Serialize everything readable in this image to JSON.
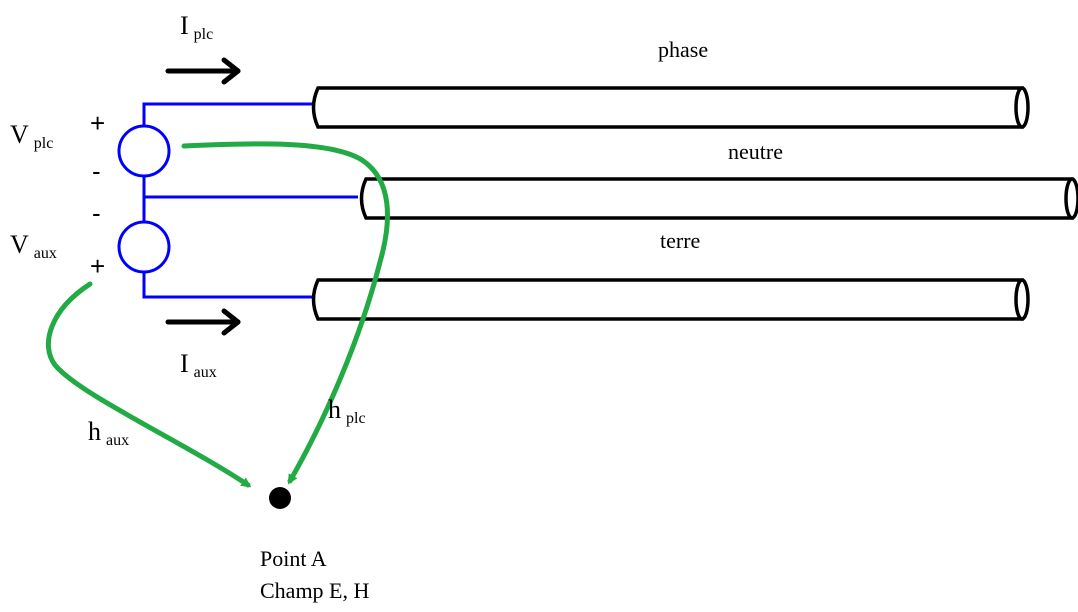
{
  "labels": {
    "i_plc": {
      "main": "I",
      "sub": "plc"
    },
    "v_plc": {
      "main": "V",
      "sub": "plc"
    },
    "v_aux": {
      "main": "V",
      "sub": "aux"
    },
    "i_aux": {
      "main": "I",
      "sub": "aux"
    },
    "h_plc": {
      "main": "h",
      "sub": "plc"
    },
    "h_aux": {
      "main": "h",
      "sub": "aux"
    }
  },
  "polarity": {
    "plc_plus": "+",
    "plc_minus": "-",
    "aux_minus": "-",
    "aux_plus": "+"
  },
  "cables": {
    "phase": "phase",
    "neutre": "neutre",
    "terre": "terre"
  },
  "point": {
    "line1": "Point A",
    "line2": "Champ E, H"
  },
  "colors": {
    "wire": "#0000ff",
    "field_path": "#22aa44",
    "cable_outline": "#000000",
    "arrow": "#000000"
  }
}
